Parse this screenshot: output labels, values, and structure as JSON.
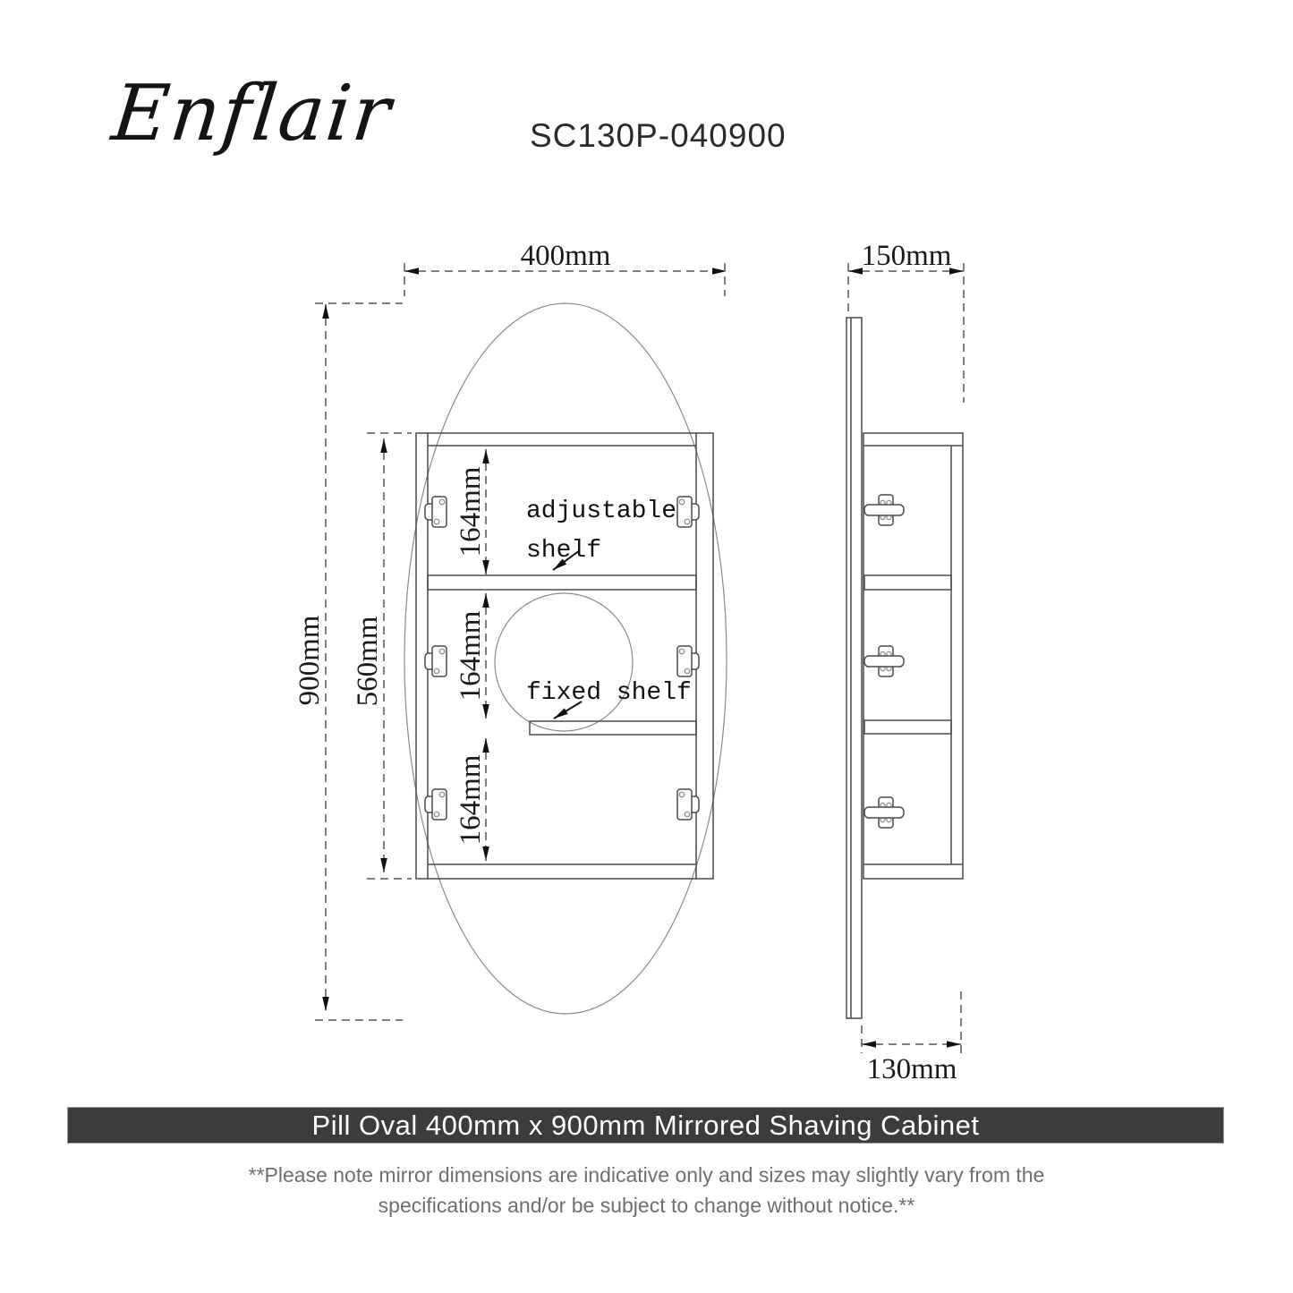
{
  "header": {
    "brand": "Enflair",
    "model": "SC130P-040900"
  },
  "front_view": {
    "width_dim": "400mm",
    "height_dim": "900mm",
    "interior_height_dim": "560mm",
    "spacing_dims": [
      "164mm",
      "164mm",
      "164mm"
    ],
    "adjustable_shelf_line1": "adjustable",
    "adjustable_shelf_line2": "shelf",
    "fixed_shelf_label": "fixed shelf"
  },
  "side_view": {
    "depth_dim": "150mm",
    "bottom_depth_dim": "130mm"
  },
  "banner": {
    "title": "Pill Oval 400mm x 900mm Mirrored Shaving Cabinet",
    "bg_color": "#3c3c3e",
    "text_color": "#ffffff"
  },
  "disclaimer": {
    "line1": "**Please note mirror dimensions are indicative only and sizes may slightly vary from the",
    "line2": "specifications and/or be subject to change without notice.**"
  },
  "colors": {
    "line": "#4a4a4a",
    "dash": "#555555",
    "dim_text": "#1a1a1a",
    "muted_text": "#6e6e6e"
  }
}
